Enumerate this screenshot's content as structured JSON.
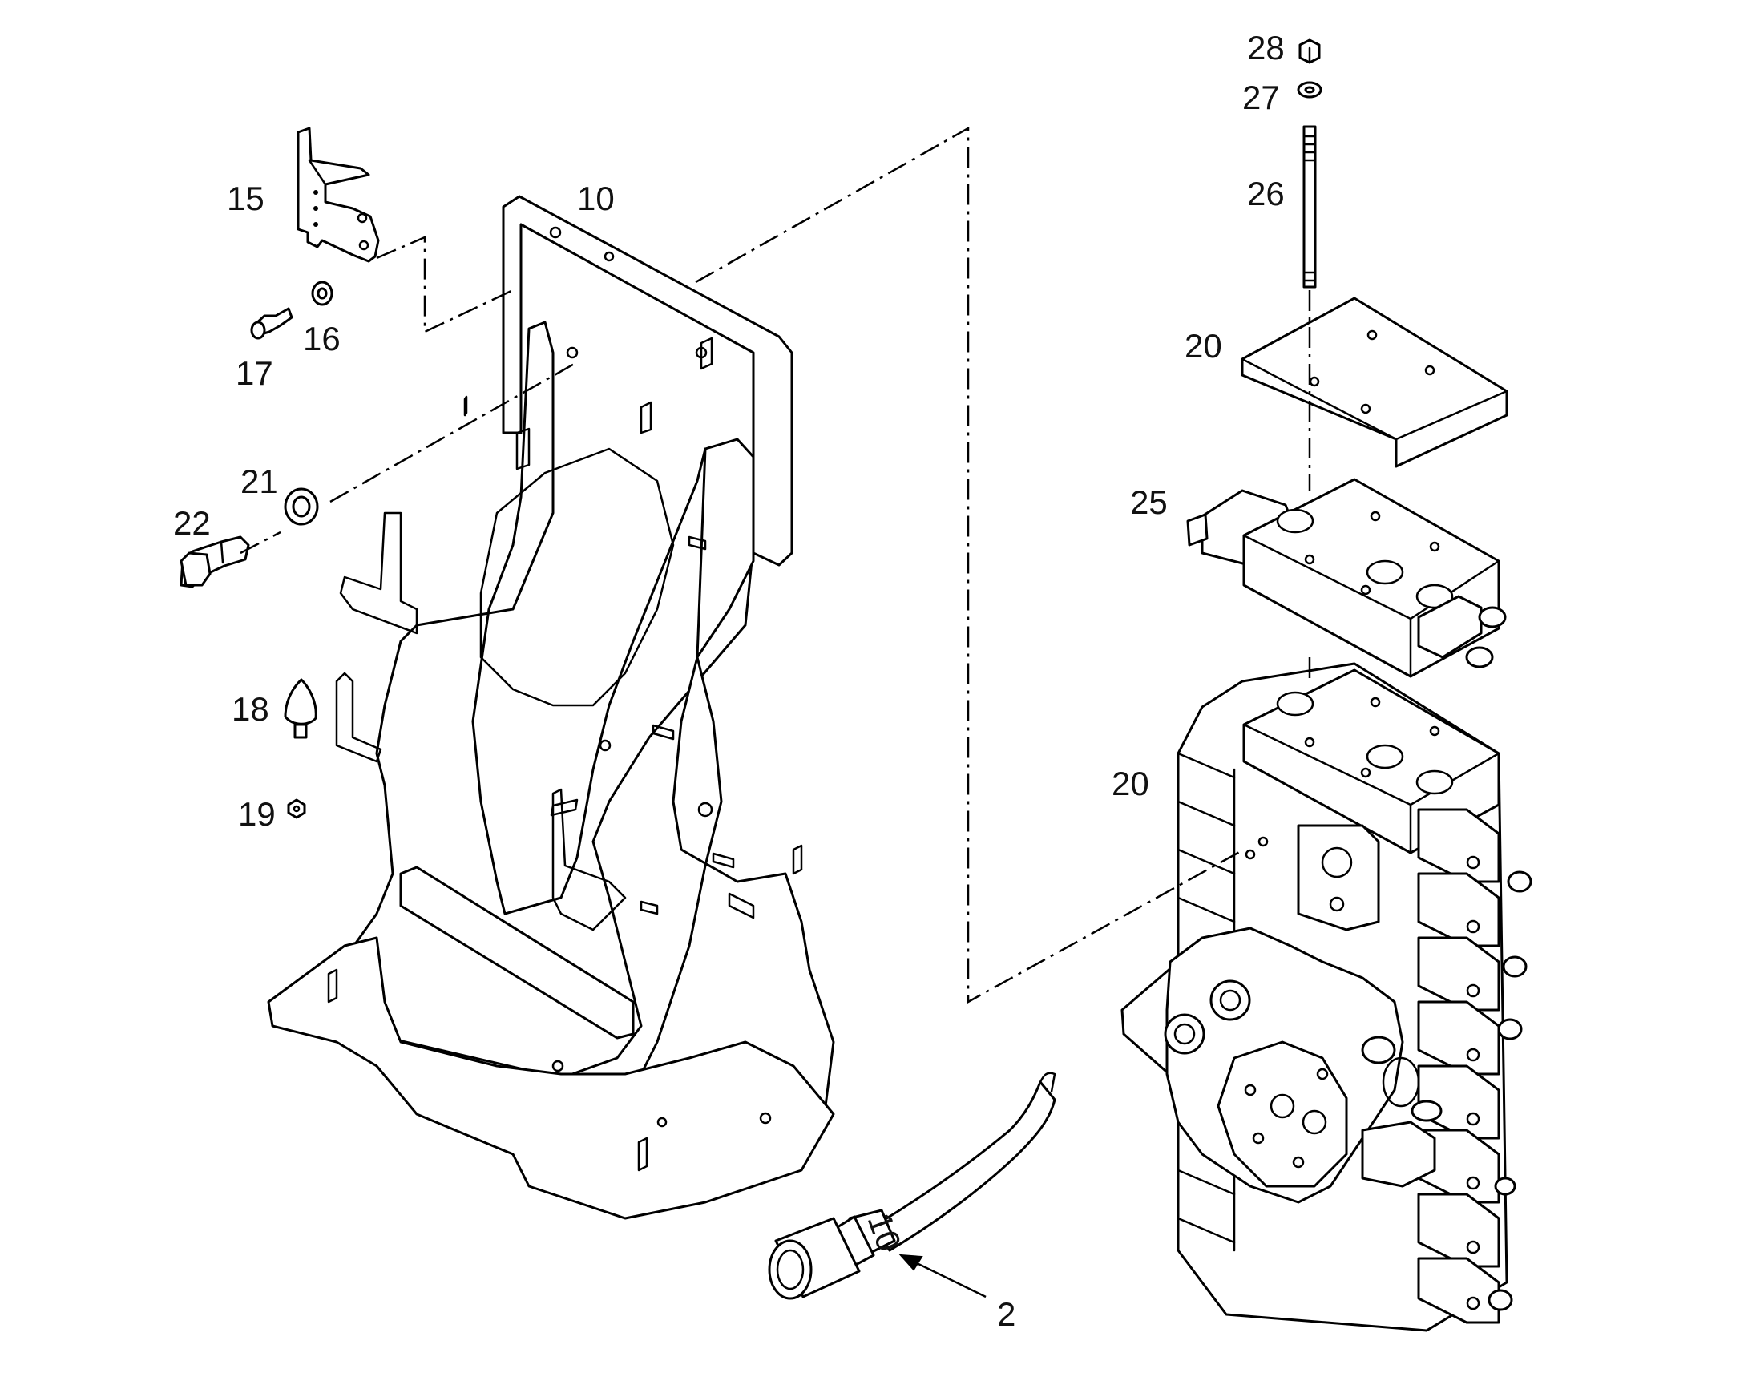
{
  "callouts": {
    "c2": "2",
    "c10": "10",
    "c15": "15",
    "c16": "16",
    "c17": "17",
    "c18": "18",
    "c19": "19",
    "c20_top": "20",
    "c20_bottom": "20",
    "c21": "21",
    "c22": "22",
    "c25": "25",
    "c26": "26",
    "c27": "27",
    "c28": "28"
  },
  "hose_marking": "10",
  "colors": {
    "line": "#000000",
    "background": "#ffffff"
  }
}
